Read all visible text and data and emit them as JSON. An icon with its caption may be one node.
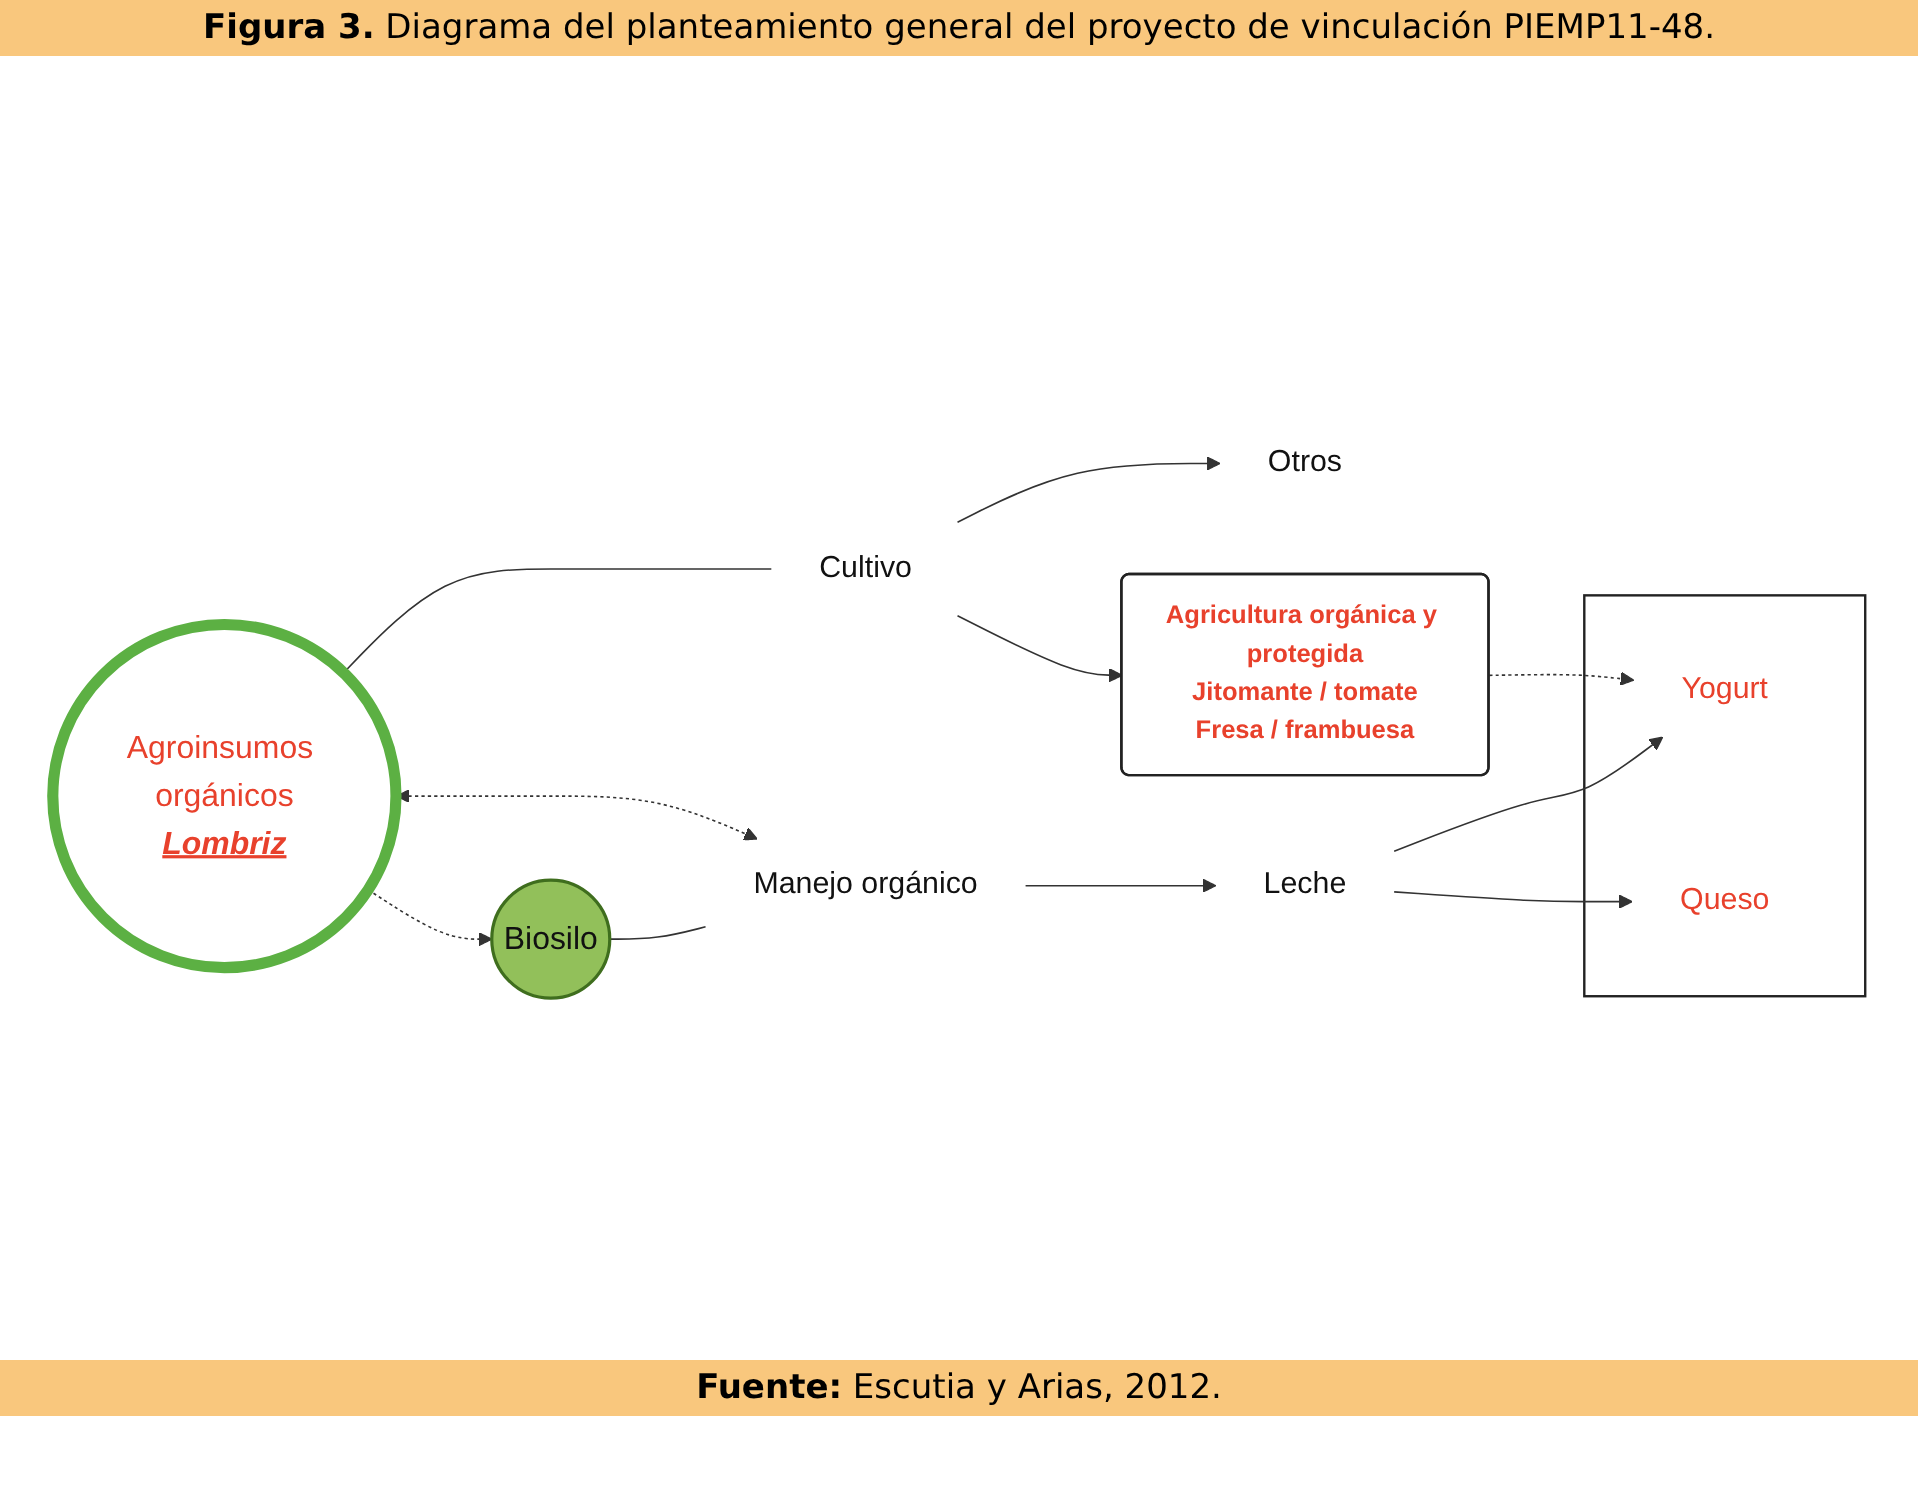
{
  "diagram": {
    "title": "**Figura 3.** Diagrama del planteamiento general del proyecto de vinculación PIEMP11-48.",
    "caption": "**Fuente:** Escutia y Arias, 2012.",
    "nodes": [
      {
        "text": [
          "Agroinsumos orgánicos",
          "Lombriz"
        ]
      },
      {
        "text": [
          "Cultivo"
        ]
      },
      {
        "text": [
          "Otros"
        ]
      },
      {
        "text": [
          "Agricultura orgánica y protegida",
          "Jitomante / tomate",
          "Fresa / frambuesa"
        ]
      },
      {
        "text": [
          "Biosilo"
        ]
      },
      {
        "text": [
          "Manejo orgánico"
        ]
      },
      {
        "text": [
          "Leche"
        ]
      },
      {
        "text": [],
        "shape": "box"
      },
      {
        "text": [
          "Yogurt"
        ],
        "in": 7
      },
      {
        "text": [
          "Queso"
        ],
        "in": 7
      }
    ],
    "edges": [
      {
        "from": 0,
        "to": 1,
        "arrow": "none"
      },
      {
        "from": 1,
        "to": 2,
        "arrow": "to"
      },
      {
        "from": 1,
        "to": 3,
        "arrow": "to"
      },
      {
        "from": 0,
        "to": 4,
        "arrow": "to",
        "style": "dashed"
      },
      {
        "from": 0,
        "to": 5,
        "arrow": "both",
        "style": "dashed"
      },
      {
        "from": 3,
        "to": 8,
        "arrow": "to",
        "style": "dashed"
      },
      {
        "from": 4,
        "to": 5,
        "arrow": "none"
      },
      {
        "from": 5,
        "to": 6,
        "arrow": "to"
      },
      {
        "from": 6,
        "to": 8,
        "arrow": "to"
      },
      {
        "from": 6,
        "to": 9,
        "arrow": "to"
      }
    ]
  }
}
